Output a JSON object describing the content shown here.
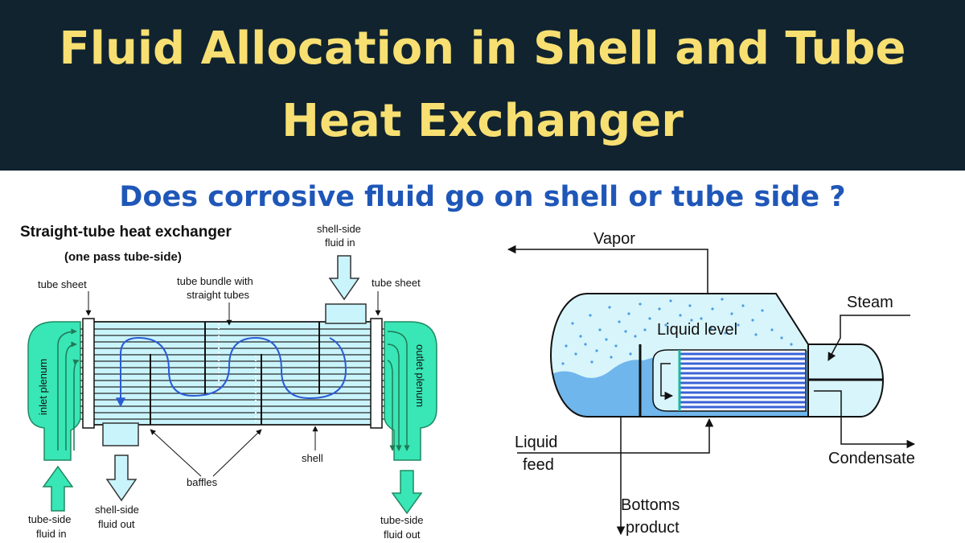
{
  "header": {
    "title_line1": "Fluid Allocation in Shell and Tube",
    "title_line2": "Heat Exchanger"
  },
  "subtitle": "Does corrosive fluid go on shell or tube side ?",
  "left_diagram": {
    "title": "Straight-tube heat exchanger",
    "subtitle": "(one pass tube-side)",
    "labels": {
      "tube_sheet_left": "tube sheet",
      "tube_bundle_1": "tube bundle with",
      "tube_bundle_2": "straight tubes",
      "shell_in_1": "shell-side",
      "shell_in_2": "fluid in",
      "tube_sheet_right": "tube sheet",
      "inlet_plenum": "inlet plenum",
      "outlet_plenum": "outlet plenum",
      "baffles": "baffles",
      "shell": "shell",
      "tube_in_1": "tube-side",
      "tube_in_2": "fluid in",
      "shell_out_1": "shell-side",
      "shell_out_2": "fluid out",
      "tube_out_1": "tube-side",
      "tube_out_2": "fluid out"
    }
  },
  "right_diagram": {
    "labels": {
      "vapor": "Vapor",
      "steam": "Steam",
      "liquid_level": "Liquid level",
      "liquid_feed_1": "Liquid",
      "liquid_feed_2": "feed",
      "condensate": "Condensate",
      "bottoms_1": "Bottoms",
      "bottoms_2": "product"
    }
  },
  "colors": {
    "header_bg": "#10232f",
    "title": "#f7df72",
    "subtitle": "#1f57b8",
    "exchanger_fill": "#39e6b6",
    "shell_fluid": "#c9f4fc",
    "liquid": "#6fb6ec",
    "tubes": "#3a62d6"
  }
}
